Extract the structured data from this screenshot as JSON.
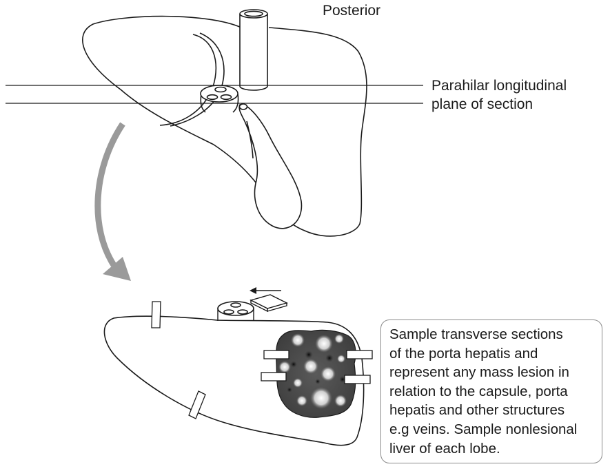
{
  "labels": {
    "posterior": "Posterior",
    "plane_line1": "Parahilar longitudinal",
    "plane_line2": "plane of section"
  },
  "note": {
    "lines": [
      "Sample transverse sections",
      "of the porta hepatis and",
      "represent any mass lesion in",
      "relation to the capsule, porta",
      "hepatis and other structures",
      "e.g veins. Sample nonlesional",
      "liver of each lobe."
    ]
  },
  "colors": {
    "stroke": "#1a1a1a",
    "arrow_gray": "#9a9a9a",
    "lesion_dark": "#4a4a4a",
    "box_border": "#8a8a8a"
  }
}
